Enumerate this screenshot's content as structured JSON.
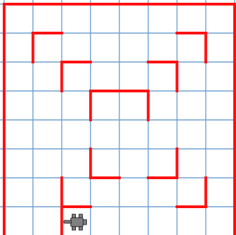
{
  "game": {
    "grid": {
      "columns": 8,
      "rows": 8
    },
    "colors": {
      "background": "#ffffff",
      "grid_line": "#6f9fd0",
      "wall": "#ff1010",
      "robot": "#808080",
      "robot_outline": "#2a2a2a"
    },
    "walls": [
      {
        "from": [
          1,
          2
        ],
        "to": [
          1,
          1
        ]
      },
      {
        "from": [
          1,
          1
        ],
        "to": [
          2,
          1
        ]
      },
      {
        "from": [
          6,
          1
        ],
        "to": [
          7,
          1
        ]
      },
      {
        "from": [
          7,
          1
        ],
        "to": [
          7,
          2
        ]
      },
      {
        "from": [
          2,
          3
        ],
        "to": [
          2,
          2
        ]
      },
      {
        "from": [
          2,
          2
        ],
        "to": [
          3,
          2
        ]
      },
      {
        "from": [
          5,
          2
        ],
        "to": [
          6,
          2
        ]
      },
      {
        "from": [
          6,
          2
        ],
        "to": [
          6,
          3
        ]
      },
      {
        "from": [
          3,
          4
        ],
        "to": [
          3,
          3
        ]
      },
      {
        "from": [
          3,
          3
        ],
        "to": [
          5,
          3
        ]
      },
      {
        "from": [
          5,
          3
        ],
        "to": [
          5,
          4
        ]
      },
      {
        "from": [
          3,
          5
        ],
        "to": [
          3,
          6
        ]
      },
      {
        "from": [
          3,
          6
        ],
        "to": [
          4,
          6
        ]
      },
      {
        "from": [
          5,
          6
        ],
        "to": [
          6,
          6
        ]
      },
      {
        "from": [
          6,
          6
        ],
        "to": [
          6,
          5
        ]
      },
      {
        "from": [
          2,
          6
        ],
        "to": [
          2,
          8
        ]
      },
      {
        "from": [
          2,
          7
        ],
        "to": [
          3,
          7
        ]
      },
      {
        "from": [
          6,
          7
        ],
        "to": [
          7,
          7
        ]
      },
      {
        "from": [
          7,
          7
        ],
        "to": [
          7,
          6
        ]
      }
    ],
    "robot": {
      "icon": "robot-icon",
      "column": 2,
      "row": 7,
      "facing": "left"
    }
  }
}
